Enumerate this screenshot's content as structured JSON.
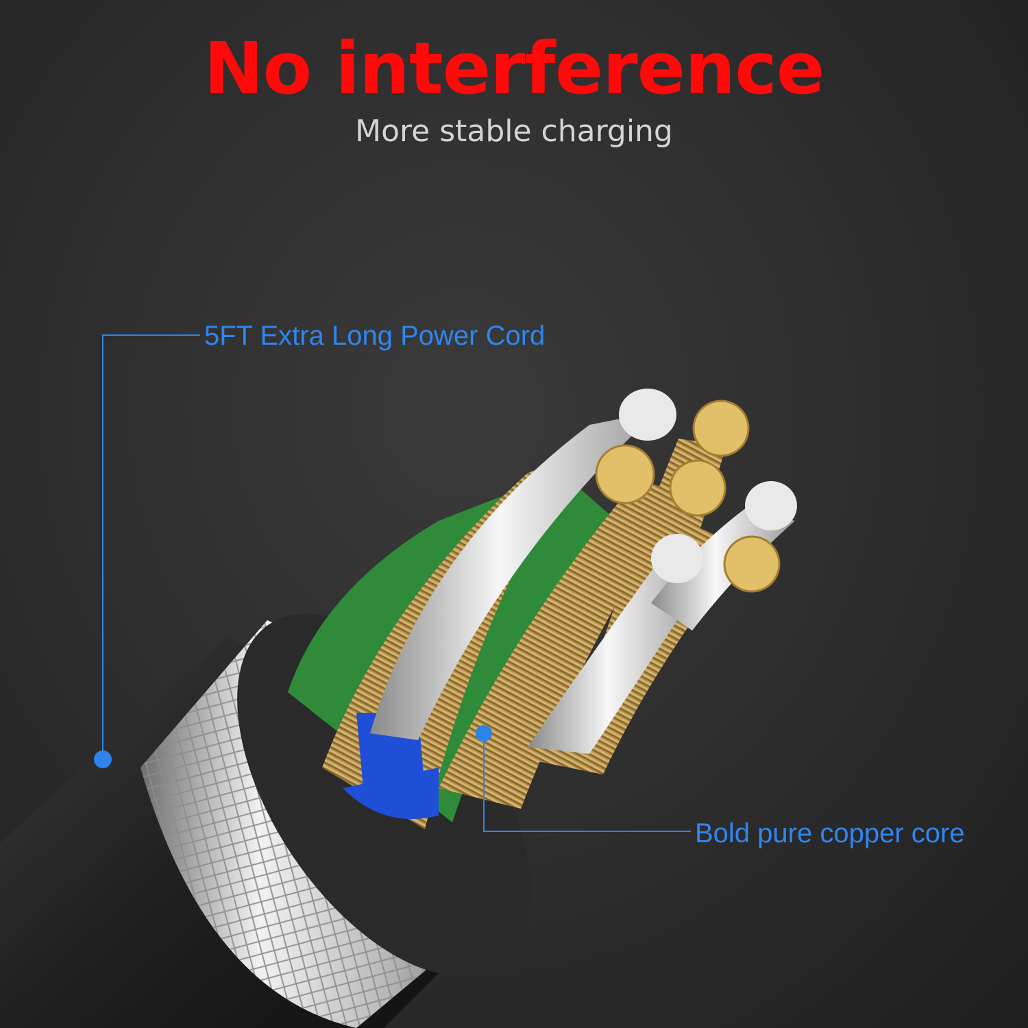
{
  "headline": {
    "text": "No interference",
    "color": "#ff0a0a"
  },
  "subheadline": {
    "text": "More stable charging",
    "color": "#d4d4d4"
  },
  "callouts": [
    {
      "text": "5FT Extra Long Power Cord"
    },
    {
      "text": "Bold pure copper core"
    }
  ],
  "colors": {
    "background": "#2c2c2c",
    "callout_line": "#2d83ea",
    "callout_text": "#2e86f0",
    "copper": "#c9a04e",
    "silver": "#d9d9d9",
    "jacket": "#1a1a1a",
    "blue_insulation": "#1f4fd6",
    "green_insulation": "#2f8a3a"
  }
}
